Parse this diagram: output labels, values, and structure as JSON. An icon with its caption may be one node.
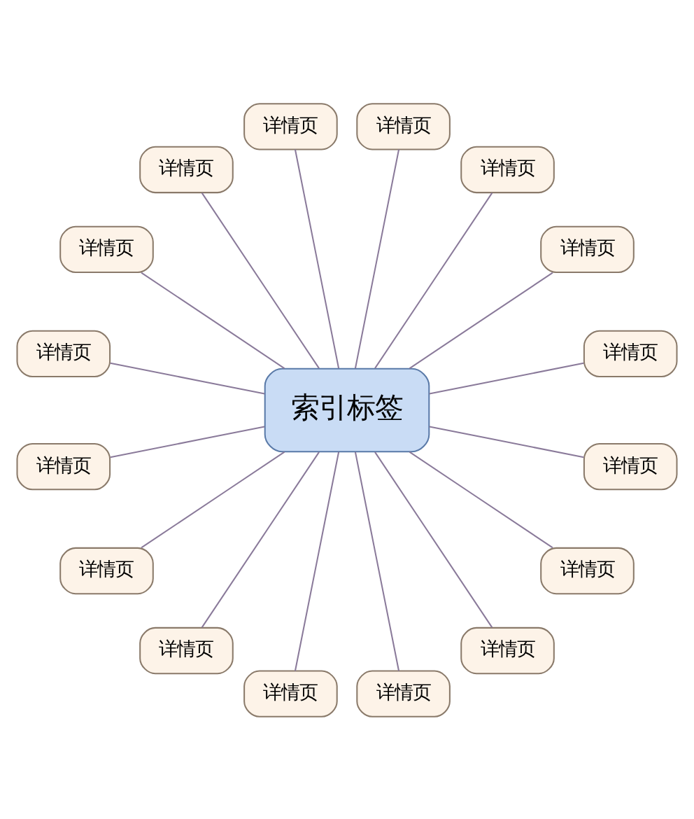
{
  "diagram": {
    "nodes": [
      {
        "text": [
          "索引标签"
        ]
      },
      {
        "text": [
          "详情页"
        ]
      },
      {
        "text": [
          "详情页"
        ]
      },
      {
        "text": [
          "详情页"
        ]
      },
      {
        "text": [
          "详情页"
        ]
      },
      {
        "text": [
          "详情页"
        ]
      },
      {
        "text": [
          "详情页"
        ]
      },
      {
        "text": [
          "详情页"
        ]
      },
      {
        "text": [
          "详情页"
        ]
      },
      {
        "text": [
          "详情页"
        ]
      },
      {
        "text": [
          "详情页"
        ]
      },
      {
        "text": [
          "详情页"
        ]
      },
      {
        "text": [
          "详情页"
        ]
      },
      {
        "text": [
          "详情页"
        ]
      },
      {
        "text": [
          "详情页"
        ]
      },
      {
        "text": [
          "详情页"
        ]
      },
      {
        "text": [
          "详情页"
        ]
      }
    ],
    "edges": [
      {
        "from": 0,
        "to": 1,
        "arrow": "none"
      },
      {
        "from": 0,
        "to": 2,
        "arrow": "none"
      },
      {
        "from": 0,
        "to": 3,
        "arrow": "none"
      },
      {
        "from": 0,
        "to": 4,
        "arrow": "none"
      },
      {
        "from": 0,
        "to": 5,
        "arrow": "none"
      },
      {
        "from": 0,
        "to": 6,
        "arrow": "none"
      },
      {
        "from": 0,
        "to": 7,
        "arrow": "none"
      },
      {
        "from": 0,
        "to": 8,
        "arrow": "none"
      },
      {
        "from": 0,
        "to": 9,
        "arrow": "none"
      },
      {
        "from": 0,
        "to": 10,
        "arrow": "none"
      },
      {
        "from": 0,
        "to": 11,
        "arrow": "none"
      },
      {
        "from": 0,
        "to": 12,
        "arrow": "none"
      },
      {
        "from": 0,
        "to": 13,
        "arrow": "none"
      },
      {
        "from": 0,
        "to": 14,
        "arrow": "none"
      },
      {
        "from": 0,
        "to": 15,
        "arrow": "none"
      },
      {
        "from": 0,
        "to": 16,
        "arrow": "none"
      }
    ]
  }
}
